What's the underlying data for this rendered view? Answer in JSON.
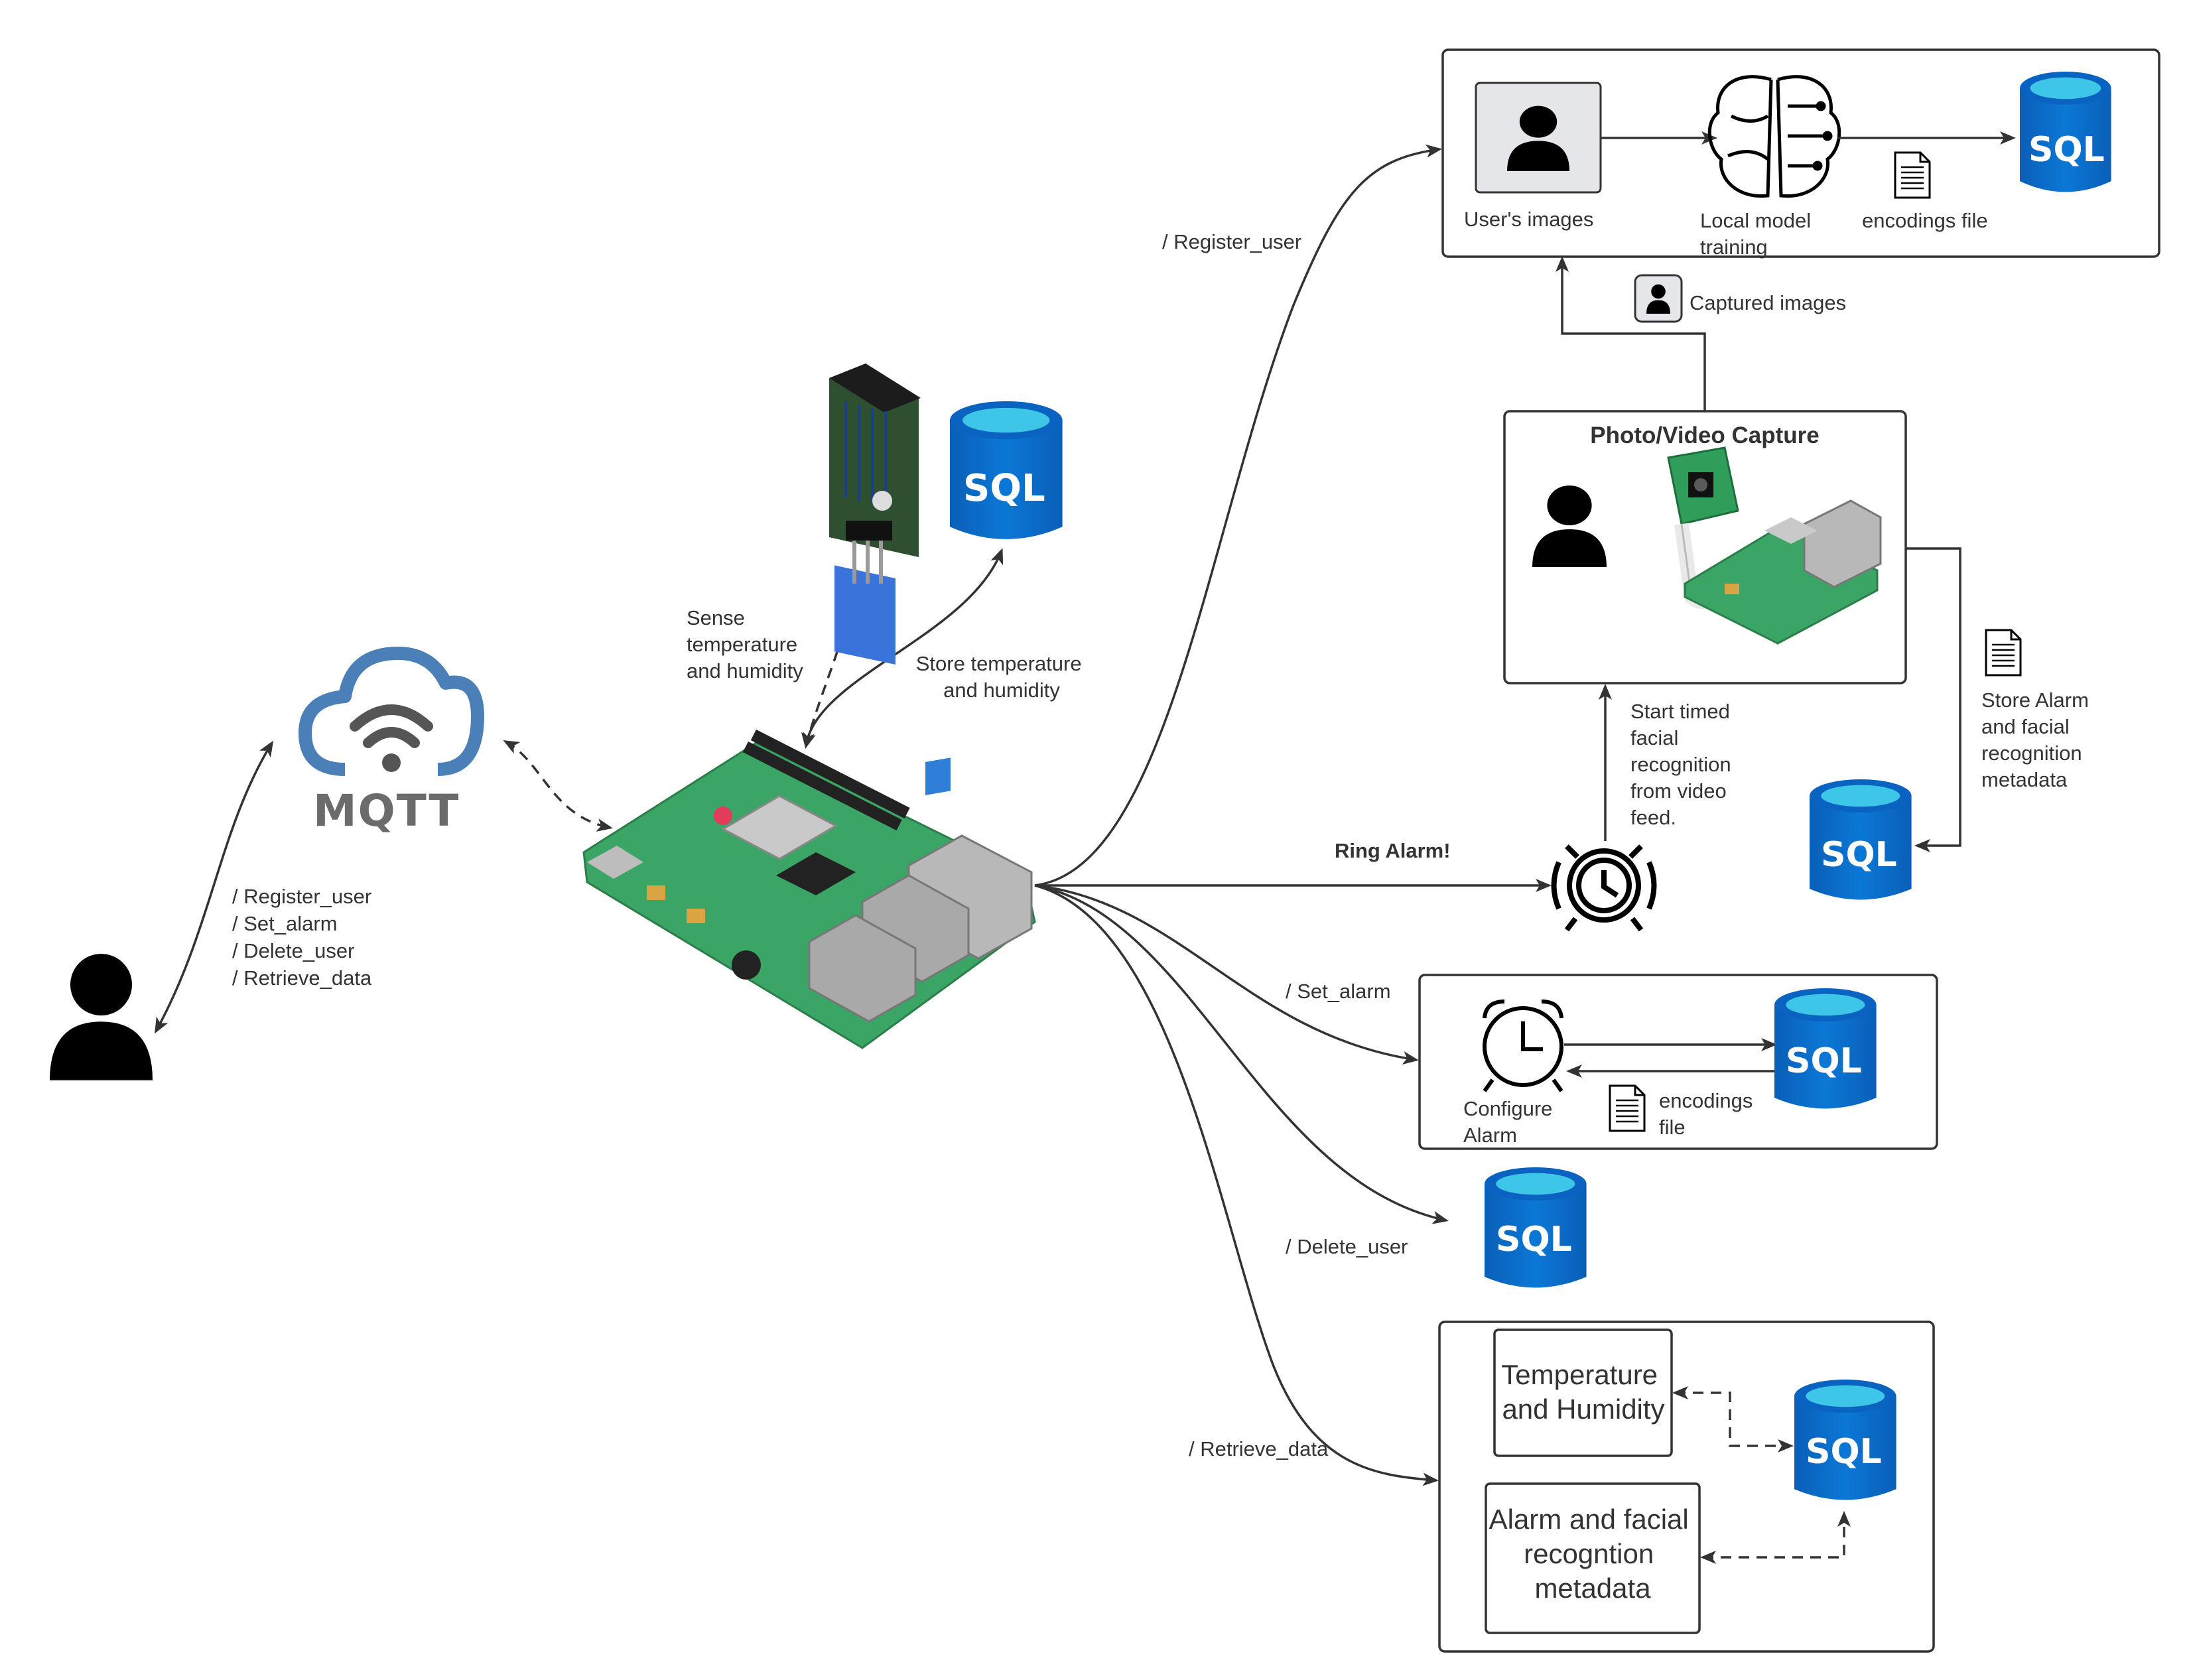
{
  "mqtt": {
    "label": "MQTT"
  },
  "user_commands": [
    "/ Register_user",
    "/ Set_alarm",
    "/ Delete_user",
    "/ Retrieve_data"
  ],
  "sensor": {
    "sense_label": [
      "Sense",
      "temperature",
      "and humidity"
    ],
    "store_label": [
      "Store temperature",
      "and humidity"
    ]
  },
  "sql_label": "SQL",
  "register": {
    "route": "/ Register_user",
    "users_images": "User's images",
    "local_model": [
      "Local model",
      "training"
    ],
    "encodings_file": "encodings file"
  },
  "captured_images": "Captured images",
  "capture": {
    "title": "Photo/Video Capture",
    "start_timed": [
      "Start timed",
      "facial",
      "recognition",
      "from video",
      "feed."
    ],
    "store_alarm": [
      "Store Alarm",
      "and facial",
      "recognition",
      "metadata"
    ]
  },
  "ring_alarm": "Ring Alarm!",
  "set_alarm": {
    "route": "/ Set_alarm",
    "configure": [
      "Configure",
      "Alarm"
    ],
    "encodings": [
      "encodings",
      "file"
    ]
  },
  "delete_user": {
    "route": "/ Delete_user"
  },
  "retrieve": {
    "route": "/ Retrieve_data",
    "temp_box": [
      "Temperature",
      "and Humidity"
    ],
    "alarm_box": [
      "Alarm and facial",
      "recogntion",
      "metadata"
    ]
  },
  "colors": {
    "line": "#333333",
    "sql_blue": "#0a6ed1",
    "sql_top": "#3ec6e8",
    "mqtt_blue": "#4a7fb8",
    "pcb_green": "#3aa564",
    "sensor_blue": "#3a73d9"
  }
}
